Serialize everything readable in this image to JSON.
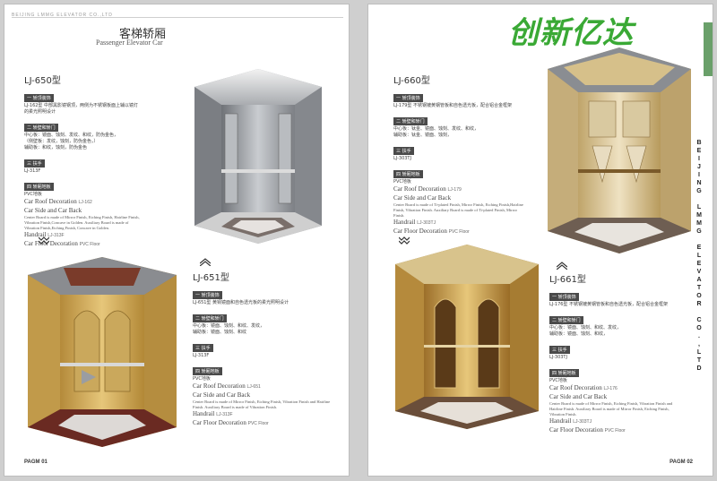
{
  "header": {
    "brand_line": "BEIJING LMMG ELEVATOR CO.,LTD",
    "section_cn": "客梯轿厢",
    "section_en": "Passenger Elevator Car"
  },
  "logo": {
    "text_cn": "创新亿达"
  },
  "vertical_brand": [
    "B",
    "E",
    "I",
    "J",
    "I",
    "N",
    "G",
    " ",
    "L",
    "M",
    "M",
    "G",
    " ",
    "E",
    "L",
    "E",
    "V",
    "A",
    "T",
    "O",
    "R",
    " ",
    "C",
    "O",
    ".",
    ",",
    "L",
    "T",
    "D"
  ],
  "pages": {
    "left_folio": "PAGM 01",
    "right_folio": "PAGM 02"
  },
  "models": {
    "lj650": {
      "title": "LJ-650型",
      "tag1": "一 轿顶装饰",
      "roof_text": "LJ-162型 中部黑影镜钢顶，两侧为不锈钢板面上辅以镜灯的柔光照明设计",
      "tag2": "二 轿壁和轿门",
      "wall_text_1": "中心板：镜面、蚀刻、发纹、和纹，防伪金色，",
      "wall_text_2": "（侧壁板：发纹，蚀刻，防伪金色，）",
      "wall_text_3": "辅助板：和纹，蚀刻，防伪金色",
      "tag3": "三 扶手",
      "handrail_code": "LJ-313F",
      "tag4": "四 轿厢地板",
      "floor_text": "PVC地板",
      "en_roof": "Car Roof Decoration",
      "en_roof_code": "LJ-162",
      "en_side": "Car Side and Car Back",
      "en_desc": "Center Board is made of Mirror Finish, Etching Finish, Hairline Finish, Vibration Finish,Concave in Golden. Auxiliary Board is made of Vibration Finish,Etching Finish, Concave in Golden.",
      "en_handrail": "Handrail",
      "en_handrail_code": "LJ-313F",
      "en_floor": "Car Floor Decoration",
      "en_floor_code": "PVC Floor"
    },
    "lj651": {
      "title": "LJ-651型",
      "tag1": "一 轿顶装饰",
      "roof_text": "LJ-651型 黄铜镜面和自色透光板的柔光照明设计",
      "tag2": "二 轿壁和轿门",
      "wall_text_1": "中心板：镜面、蚀刻、和纹、发纹，",
      "wall_text_2": "辅助板：镜面、蚀刻、和纹",
      "tag3": "三 扶手",
      "handrail_code": "LJ-313F",
      "tag4": "四 轿厢地板",
      "floor_text": "PVC地板",
      "en_roof": "Car Roof Decoration",
      "en_roof_code": "LJ-651",
      "en_side": "Car Side and Car Back",
      "en_desc": "Center Board is made of Mirror Finish, Etching Finish, Vibration Finish and Hairline Finish. Auxiliary Board is made of Vibration Finish.",
      "en_handrail": "Handrail",
      "en_handrail_code": "LJ-313F",
      "en_floor": "Car Floor Decoration",
      "en_floor_code": "PVC Floor"
    },
    "lj660": {
      "title": "LJ-660型",
      "tag1": "一 轿顶装饰",
      "roof_text": "LJ-179型 不锈钢镀黄钢管板和自色透光板，配合铝合金框架",
      "tag2": "二 轿壁和轿门",
      "wall_text_1": "中心板：钛金、镜面、蚀刻、发纹、和纹，",
      "wall_text_2": "辅助板：钛金、镜面、蚀刻，",
      "tag3": "三 扶手",
      "handrail_code": "LJ-303TJ",
      "tag4": "四 轿厢地板",
      "floor_text": "PVC地板",
      "en_roof": "Car Roof Decoration",
      "en_roof_code": "LJ-179",
      "en_side": "Car Side and Car Back",
      "en_desc": "Center Board is made of Ti-plated Finish, Mirror Finish, Etching Finish,Hairline Finish, Vibration Finish. Auxiliary Board is made of Ti-plated Finish, Mirror Finish.",
      "en_handrail": "Handrail",
      "en_handrail_code": "LJ-303TJ",
      "en_floor": "Car Floor Decoration",
      "en_floor_code": "PVC Floor"
    },
    "lj661": {
      "title": "LJ-661型",
      "tag1": "一 轿顶装饰",
      "roof_text": "LJ-176型 不锈钢镀黄钢管板和自色透光板，配合铝合金框架",
      "tag2": "二 轿壁和轿门",
      "wall_text_1": "中心板：镜面、蚀刻、和纹、发纹，",
      "wall_text_2": "辅助板：镜面、蚀刻、和纹，",
      "tag3": "三 扶手",
      "handrail_code": "LJ-303TJ",
      "tag4": "四 轿厢地板",
      "floor_text": "PVC地板",
      "en_roof": "Car Roof Decoration",
      "en_roof_code": "LJ-176",
      "en_side": "Car Side and Car Back",
      "en_desc": "Center Board is made of Mirror Finish, Etching Finish, Vibration Finish and Hairline Finish. Auxiliary Board is made of Mirror Finish, Etching Finish, Vibration Finish.",
      "en_handrail": "Handrail",
      "en_handrail_code": "LJ-303TJ",
      "en_floor": "Car Floor Decoration",
      "en_floor_code": "PVC Floor"
    }
  },
  "colors": {
    "logo_green": "#3aa935",
    "tag_bg": "#4a4a4a",
    "steel": "#9a9da2",
    "gold": "#c8a24a"
  }
}
